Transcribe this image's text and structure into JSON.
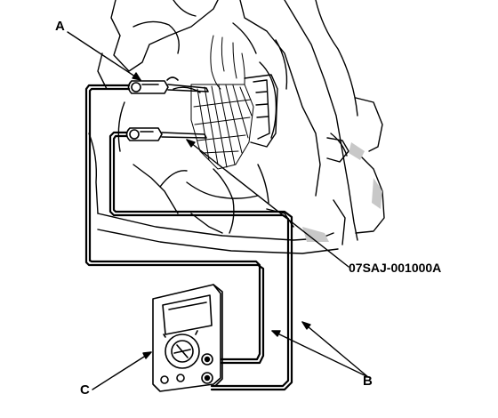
{
  "callouts": {
    "a": "A",
    "b": "B",
    "c": "C"
  },
  "tool_code": "07SAJ-001000A",
  "colors": {
    "ink": "#000000",
    "paper": "#ffffff",
    "shade": "#c8c8c8"
  }
}
